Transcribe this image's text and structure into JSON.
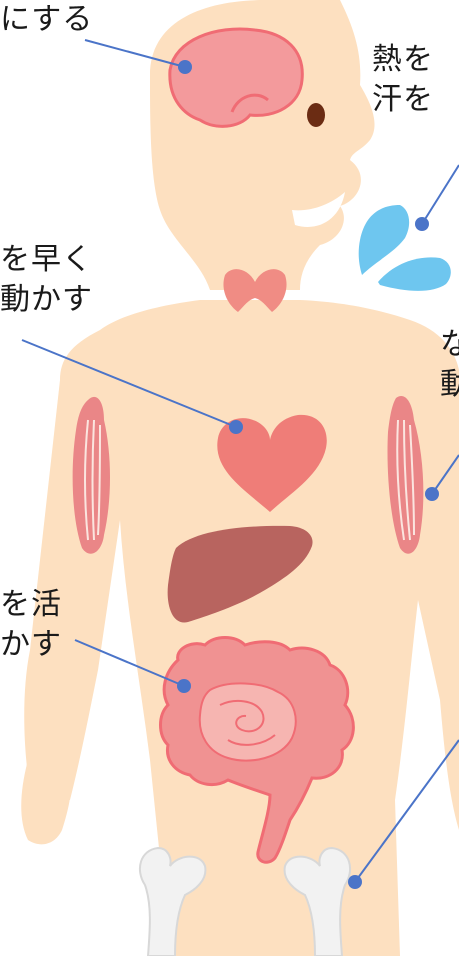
{
  "labels": {
    "brain": [
      "にする"
    ],
    "sweat": [
      "熱を",
      "汗を"
    ],
    "heart": [
      "を早く",
      "動かす"
    ],
    "muscle": [
      "な",
      "動"
    ],
    "intestine": [
      "を活",
      "かす"
    ]
  },
  "colors": {
    "skin": "#fde0c0",
    "brain": "#f39a9c",
    "brain_outline": "#f06c74",
    "eye": "#6b2c13",
    "mouth": "#ffffff",
    "thyroid": "#f08c84",
    "heart": "#ef7d78",
    "liver": "#b8645f",
    "intestine": "#f09292",
    "intestine_inner": "#f6b5b1",
    "muscle": "#ea8687",
    "muscle_stripe": "#fbe5df",
    "sweat": "#6ec6ef",
    "bone": "#f2f2f2",
    "bone_outline": "#d8d8d8",
    "pointer": "#4b74c8"
  }
}
